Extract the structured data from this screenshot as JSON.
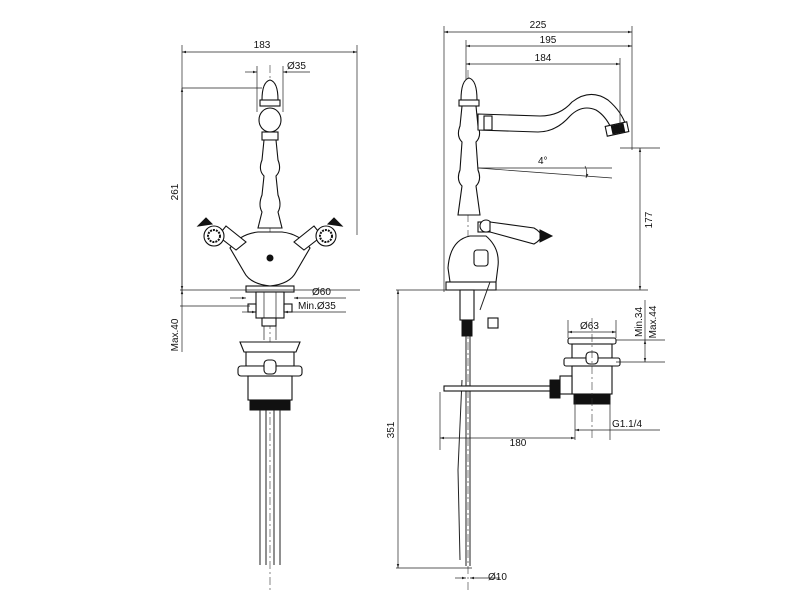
{
  "front_view": {
    "width": "183",
    "spout_diameter": "Ø35",
    "height": "261",
    "base_diameter": "Ø60",
    "hole_min": "Min.Ø35",
    "deck_max": "Max.40"
  },
  "side_view": {
    "overall_depth": "225",
    "spout_reach": "195",
    "outlet_reach": "184",
    "angle": "4°",
    "outlet_height": "177",
    "total_height": "351",
    "rod_length": "180",
    "rod_diameter": "Ø10"
  },
  "waste_view": {
    "diameter": "Ø63",
    "min": "Min.34",
    "max": "Max.44",
    "thread": "G1.1/4"
  }
}
